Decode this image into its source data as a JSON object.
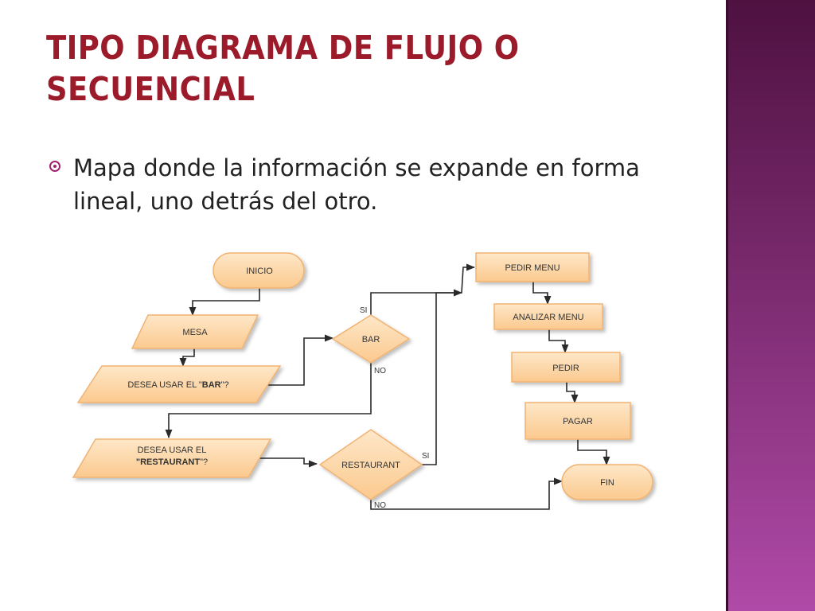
{
  "slide": {
    "title_line1": "TIPO DIAGRAMA DE FLUJO O",
    "title_line2": "SECUENCIAL",
    "bullet": "Mapa donde la información se expande en forma lineal, uno detrás del otro."
  },
  "colors": {
    "title": "#9b1b2a",
    "bullet": "#a3226f",
    "node_fill": "#fcd9ae",
    "node_stroke": "#f0b373",
    "side_band": "#7a2a6e"
  },
  "flowchart": {
    "nodes": {
      "inicio": "INICIO",
      "mesa": "MESA",
      "desea_bar_prefix": "DESEA USAR EL \"",
      "desea_bar_strong": "BAR",
      "desea_bar_suffix": "\"?",
      "bar": "BAR",
      "desea_rest_line1": "DESEA USAR EL",
      "desea_rest_strong": "\"RESTAURANT",
      "desea_rest_suffix": "\"?",
      "restaurant": "RESTAURANT",
      "pedir_menu": "PEDIR MENU",
      "analizar_menu": "ANALIZAR MENU",
      "pedir": "PEDIR",
      "pagar": "PAGAR",
      "fin": "FIN"
    },
    "edge_labels": {
      "bar_si": "SI",
      "bar_no": "NO",
      "restaurant_si": "SI",
      "restaurant_no": "NO"
    }
  }
}
